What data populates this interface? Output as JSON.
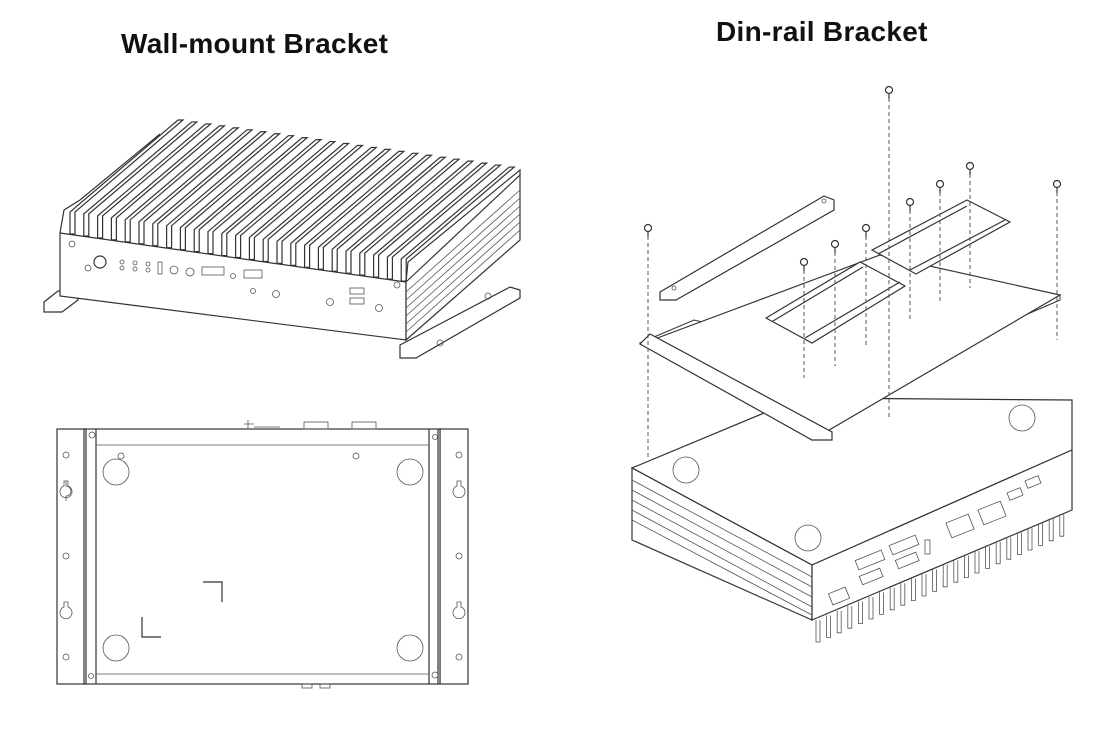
{
  "panels": [
    {
      "title": "Wall-mount Bracket",
      "views": [
        "front-isometric",
        "bottom-plan"
      ]
    },
    {
      "title": "Din-rail Bracket",
      "views": [
        "exploded-isometric"
      ]
    }
  ],
  "colors": {
    "line": "#333333",
    "background": "#ffffff",
    "text": "#111111"
  }
}
